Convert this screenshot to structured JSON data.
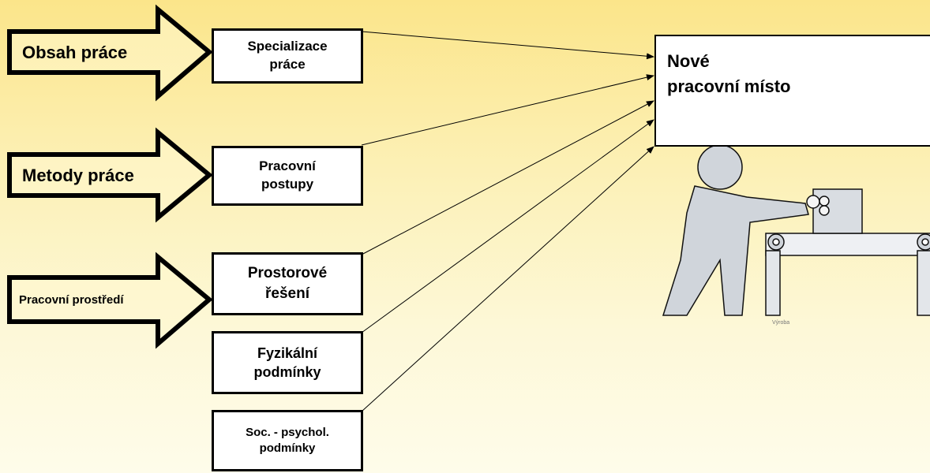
{
  "inputs": [
    {
      "label": "Obsah práce"
    },
    {
      "label": "Metody práce"
    },
    {
      "label": "Pracovní prostředí"
    }
  ],
  "boxes": [
    {
      "label": "Specializace\npráce"
    },
    {
      "label": "Pracovní\npostupy"
    },
    {
      "label": "Prostorové\nřešení"
    },
    {
      "label": "Fyzikální\npodmínky"
    },
    {
      "label": "Soc. - psychol.\npodmínky"
    }
  ],
  "target": {
    "label": "Nové\npracovní místo"
  },
  "illustration": {
    "caption": "Výroba",
    "icon": "worker-at-conveyor-icon"
  },
  "colors": {
    "background_top": "#fbe58a",
    "background_bottom": "#fefcea",
    "stroke": "#000000",
    "box_fill": "#ffffff"
  }
}
